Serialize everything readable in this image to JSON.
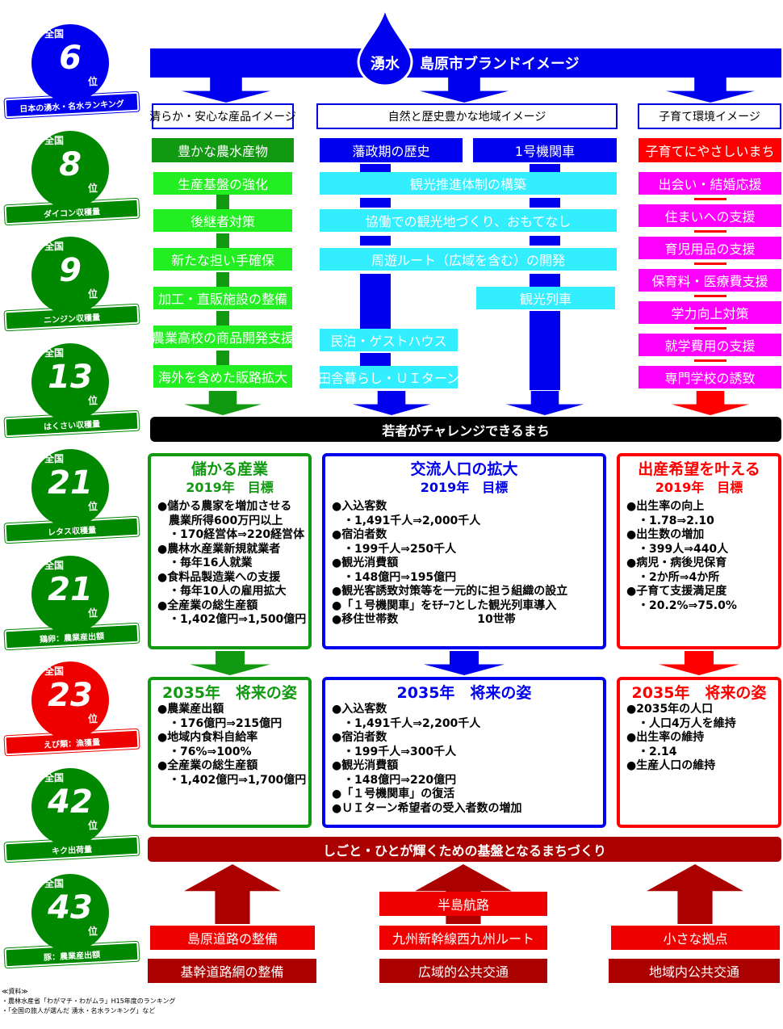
{
  "header": {
    "drop_label": "湧水",
    "title": "島原市ブランドイメージ"
  },
  "images": [
    "清らか・安心な産品イメージ",
    "自然と歴史豊かな地域イメージ",
    "子育て環境イメージ"
  ],
  "green_col": {
    "head": "豊かな農水産物",
    "items": [
      "生産基盤の強化",
      "後継者対策",
      "新たな担い手確保",
      "加工・直販施設の整備",
      "農業高校の商品開発支援",
      "海外を含めた販路拡大"
    ]
  },
  "blue_col": {
    "head1": "藩政期の歴史",
    "head2": "1号機関車",
    "items": [
      "観光推進体制の構築",
      "協働での観光地づくり、おもてなし",
      "周遊ルート（広域を含む）の開発",
      "観光列車",
      "民泊・ゲストハウス",
      "田舎暮らし・ＵＩターン"
    ]
  },
  "red_col": {
    "head": "子育てにやさしいまち",
    "items": [
      "出会い・結婚応援",
      "住まいへの支援",
      "育児用品の支援",
      "保育料・医療費支援",
      "学力向上対策",
      "就学費用の支援",
      "専門学校の誘致"
    ]
  },
  "challenge_bar": "若者がチャレンジできるまち",
  "goals": [
    {
      "title": "儲かる産業",
      "sub": "2019年　目標",
      "lines": [
        "●儲かる農家を増加させる",
        "　農業所得600万円以上",
        "　・170経営体⇒220経営体",
        "●農林水産業新規就業者",
        "　・毎年16人就業",
        "●食料品製造業への支援",
        "　・毎年10人の雇用拡大",
        "●全産業の総生産額",
        "　・1,402億円⇒1,500億円"
      ]
    },
    {
      "title": "交流人口の拡大",
      "sub": "2019年　目標",
      "lines": [
        "●入込客数",
        "　・1,491千人⇒2,000千人",
        "●宿泊者数",
        "　・199千人⇒250千人",
        "●観光消費額",
        "　・148億円⇒195億円",
        "●観光客誘致対策等を一元的に担う組織の設立",
        "●「１号機関車」をﾓﾁｰﾌとした観光列車導入",
        "●移住世帯数　　　　　　　10世帯"
      ]
    },
    {
      "title": "出産希望を叶える",
      "sub": "2019年　目標",
      "lines": [
        "●出生率の向上",
        "　・1.78⇒2.10",
        "●出生数の増加",
        "　・399人⇒440人",
        "●病児・病後児保育",
        "　・2か所⇒4か所",
        "●子育て支援満足度",
        "　・20.2%⇒75.0%"
      ]
    }
  ],
  "future": [
    {
      "title": "2035年　将来の姿",
      "lines": [
        "●農業産出額",
        "　・176億円⇒215億円",
        "●地域内食料自給率",
        "　・76%⇒100%",
        "●全産業の総生産額",
        "　・1,402億円⇒1,700億円"
      ]
    },
    {
      "title": "2035年　将来の姿",
      "lines": [
        "●入込客数",
        "　・1,491千人⇒2,200千人",
        "●宿泊者数",
        "　・199千人⇒300千人",
        "●観光消費額",
        "　・148億円⇒220億円",
        "●「１号機関車」の復活",
        "●ＵＩターン希望者の受入者数の増加"
      ]
    },
    {
      "title": "2035年　将来の姿",
      "lines": [
        "●2035年の人口",
        "　・人口4万人を維持",
        "●出生率の維持",
        "　・2.14",
        "●生産人口の維持"
      ]
    }
  ],
  "base_bar": "しごと・ひとが輝くための基盤となるまちづくり",
  "foundation": {
    "a1": "島原道路の整備",
    "a2": "基幹道路網の整備",
    "b0": "半島航路",
    "b1": "九州新幹線西九州ルート",
    "b2": "広域的公共交通",
    "c1": "小さな拠点",
    "c2": "地域内公共交通"
  },
  "badges": [
    {
      "zen": "全国",
      "num": "6",
      "i": "位",
      "label": "日本の湧水・名水ランキング",
      "color": "#0000ee"
    },
    {
      "zen": "全国",
      "num": "8",
      "i": "位",
      "label": "ダイコン収穫量",
      "color": "#008800"
    },
    {
      "zen": "全国",
      "num": "9",
      "i": "位",
      "label": "ニンジン収穫量",
      "color": "#008800"
    },
    {
      "zen": "全国",
      "num": "13",
      "i": "位",
      "label": "はくさい収穫量",
      "color": "#008800"
    },
    {
      "zen": "全国",
      "num": "21",
      "i": "位",
      "label": "レタス収穫量",
      "color": "#008800"
    },
    {
      "zen": "全国",
      "num": "21",
      "i": "位",
      "label": "鶏卵：農業産出額",
      "color": "#008800"
    },
    {
      "zen": "全国",
      "num": "23",
      "i": "位",
      "label": "えび類：漁獲量",
      "color": "#ee0000"
    },
    {
      "zen": "全国",
      "num": "42",
      "i": "位",
      "label": "キク出荷量",
      "color": "#008800"
    },
    {
      "zen": "全国",
      "num": "43",
      "i": "位",
      "label": "豚：農業産出額",
      "color": "#008800"
    }
  ],
  "notes": [
    "≪資料≫",
    "・農林水産省「わがマチ・わがムラ」H15年度のランキング",
    "・「全国の旅人が選んだ 湧水・名水ランキング」など"
  ]
}
